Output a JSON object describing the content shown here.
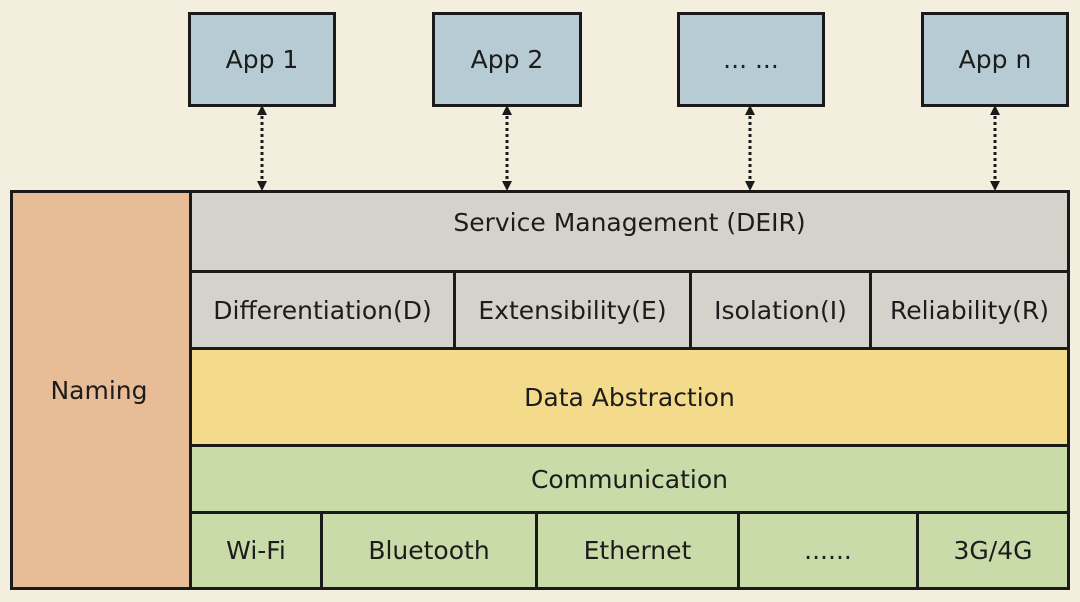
{
  "apps": [
    "App 1",
    "App 2",
    "... ...",
    "App n"
  ],
  "naming": "Naming",
  "service_management": "Service Management (DEIR)",
  "features": [
    "Differentiation(D)",
    "Extensibility(E)",
    "Isolation(I)",
    "Reliability(R)"
  ],
  "data_abstraction": "Data Abstraction",
  "communication": "Communication",
  "protocols": [
    "Wi-Fi",
    "Bluetooth",
    "Ethernet",
    "......",
    "3G/4G"
  ],
  "colors": {
    "background": "#f4eedf",
    "app": "#b6cbd3",
    "naming": "#e8bc97",
    "service": "#d4d2cb",
    "data_abstraction": "#f4da8b",
    "communication": "#c8dba8"
  }
}
